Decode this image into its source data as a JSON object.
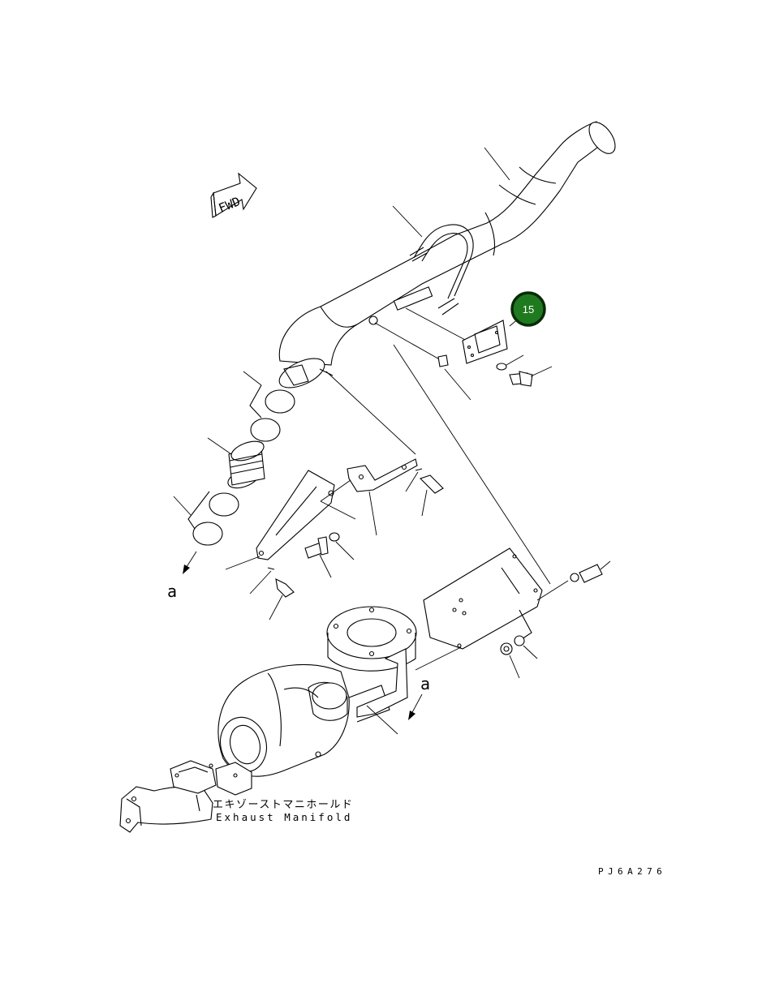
{
  "diagram": {
    "direction_label": "FWD",
    "callouts": [
      {
        "id": "callout-15",
        "label": "15",
        "fill": "#1f7a1f",
        "ring": "#0a2a0a"
      }
    ],
    "view_labels": {
      "a_upper": "a",
      "a_lower": "a"
    },
    "part_label": {
      "japanese": "エキゾーストマニホールド",
      "english": "Exhaust Manifold"
    },
    "drawing_code": "PJ6A276"
  }
}
